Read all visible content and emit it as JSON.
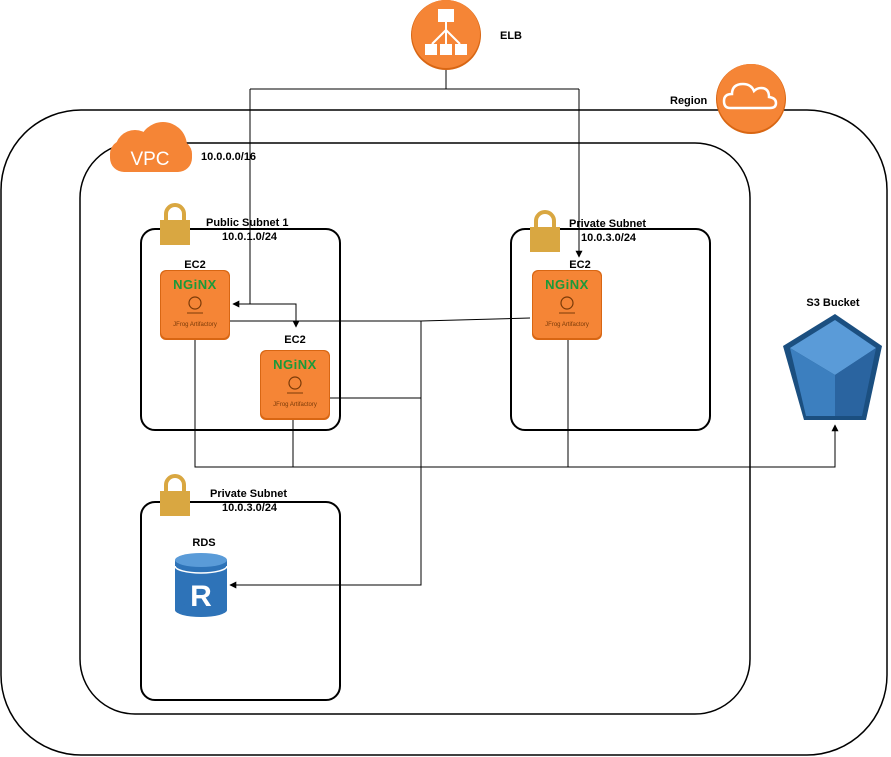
{
  "elb": {
    "label": "ELB"
  },
  "region": {
    "label": "Region"
  },
  "vpc": {
    "icon_text": "VPC",
    "cidr": "10.0.0.0/16"
  },
  "public_subnet": {
    "name": "Public Subnet 1",
    "cidr": "10.0.1.0/24"
  },
  "private_subnet_app": {
    "name": "Private Subnet",
    "cidr": "10.0.3.0/24"
  },
  "private_subnet_db": {
    "name": "Private Subnet",
    "cidr": "10.0.3.0/24"
  },
  "ec2_instances": [
    {
      "label": "EC2",
      "brand": "NGiNX",
      "product": "JFrog Artifactory"
    },
    {
      "label": "EC2",
      "brand": "NGiNX",
      "product": "JFrog Artifactory"
    },
    {
      "label": "EC2",
      "brand": "NGiNX",
      "product": "JFrog Artifactory"
    }
  ],
  "rds": {
    "label": "RDS",
    "icon_letter": "R"
  },
  "s3": {
    "label": "S3 Bucket"
  },
  "colors": {
    "aws_orange": "#F58536",
    "aws_orange_dark": "#D86613",
    "lock_gold": "#D9A741",
    "rds_blue": "#2E73B8",
    "s3_blue": "#3C7FBF",
    "nginx_green": "#1A9A3A"
  },
  "icons": [
    "elb-icon",
    "cloud-icon",
    "vpc-icon",
    "lock-icon",
    "nginx-artifactory-icon",
    "rds-icon",
    "s3-bucket-icon"
  ]
}
